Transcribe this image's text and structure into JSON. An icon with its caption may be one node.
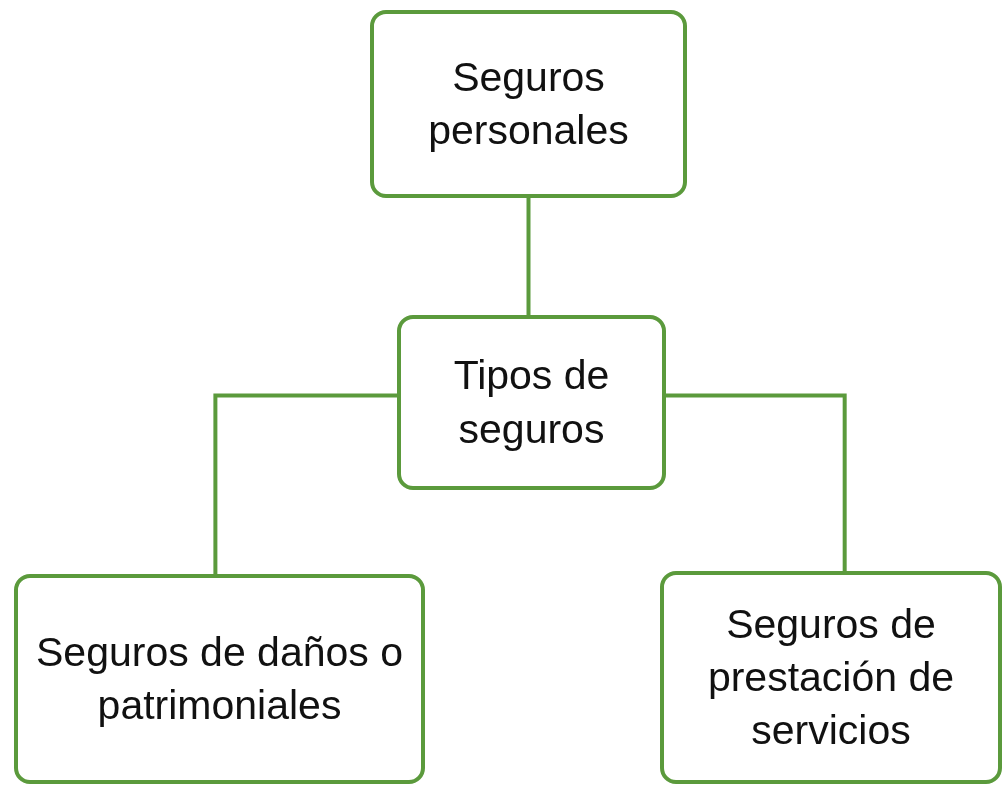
{
  "diagram": {
    "nodes": [
      {
        "text": [
          "Seguros personales"
        ]
      },
      {
        "text": [
          "Tipos de seguros"
        ]
      },
      {
        "text": [
          "Seguros de daños o patrimoniales"
        ]
      },
      {
        "text": [
          "Seguros de prestación de servicios"
        ]
      }
    ],
    "edges": [
      {
        "from": 0,
        "to": 1,
        "arrow": "none"
      },
      {
        "from": 1,
        "to": 2,
        "arrow": "none"
      },
      {
        "from": 1,
        "to": 3,
        "arrow": "none"
      }
    ]
  }
}
